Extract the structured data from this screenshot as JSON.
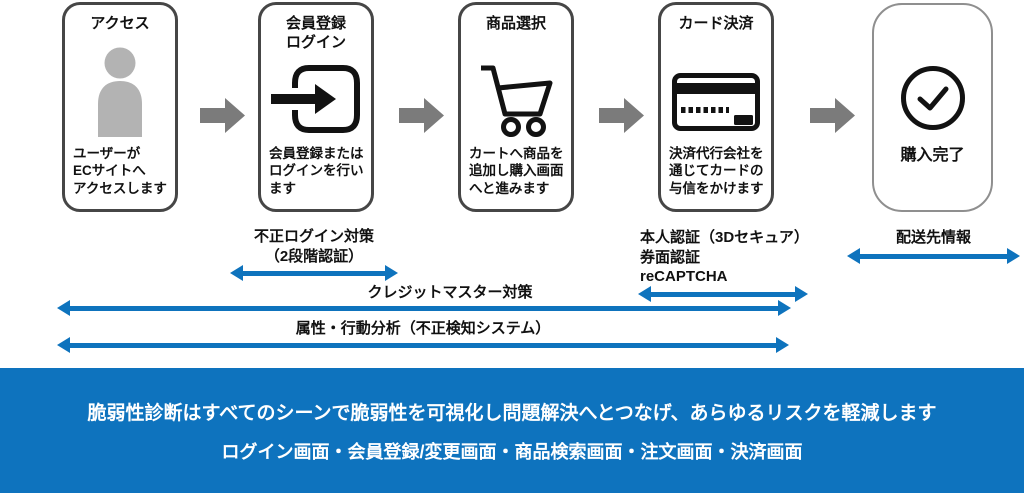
{
  "diagram": {
    "steps": [
      {
        "title": "アクセス",
        "icon": "user-icon",
        "description": "ユーザーが\nECサイトへ\nアクセスします"
      },
      {
        "title": "会員登録\nログイン",
        "icon": "login-icon",
        "description": "会員登録または\nログインを行い\nます"
      },
      {
        "title": "商品選択",
        "icon": "cart-icon",
        "description": "カートへ商品を\n追加し購入画面\nへと進みます"
      },
      {
        "title": "カード決済",
        "icon": "credit-card-icon",
        "description": "決済代行会社を\n通じてカードの\n与信をかけます"
      },
      {
        "title": "購入完了",
        "icon": "check-circle-icon",
        "description": ""
      }
    ],
    "measures": [
      {
        "label": "不正ログイン対策\n（2段階認証）"
      },
      {
        "label": "本人認証（3Dセキュア）\n券面認証\nreCAPTCHA"
      },
      {
        "label": "配送先情報"
      },
      {
        "label": "クレジットマスター対策"
      },
      {
        "label": "属性・行動分析（不正検知システム）"
      }
    ]
  },
  "banner": {
    "line1": "脆弱性診断はすべてのシーンで脆弱性を可視化し問題解決へとつなげ、あらゆるリスクを軽減します",
    "line2": "ログイン画面・会員登録/変更画面・商品検索画面・注文画面・決済画面"
  },
  "colors": {
    "accent_blue": "#0e73bd",
    "banner_blue": "#0e73be",
    "flow_arrow_gray": "#7b7b7b",
    "icon_gray": "#b3b3b3",
    "icon_black": "#121212",
    "card_border_dark": "#464646",
    "card_border_light": "#8f8f8f"
  }
}
